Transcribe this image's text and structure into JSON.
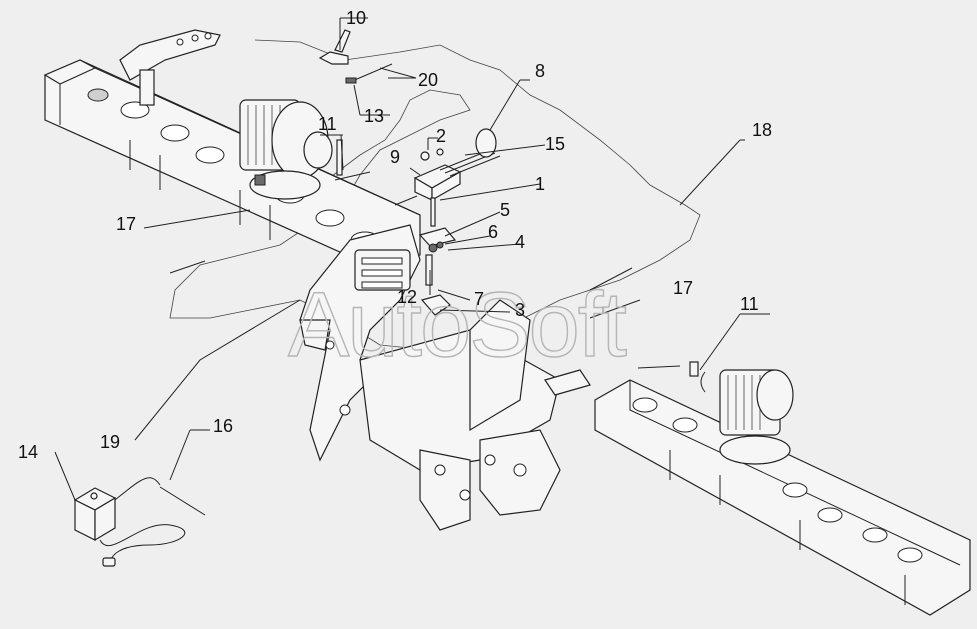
{
  "watermark": "AutoSoft",
  "callouts": [
    {
      "id": "10",
      "text": "10"
    },
    {
      "id": "20",
      "text": "20"
    },
    {
      "id": "13",
      "text": "13"
    },
    {
      "id": "8",
      "text": "8"
    },
    {
      "id": "11a",
      "text": "11"
    },
    {
      "id": "2",
      "text": "2"
    },
    {
      "id": "9",
      "text": "9"
    },
    {
      "id": "15",
      "text": "15"
    },
    {
      "id": "1",
      "text": "1"
    },
    {
      "id": "18",
      "text": "18"
    },
    {
      "id": "17a",
      "text": "17"
    },
    {
      "id": "5",
      "text": "5"
    },
    {
      "id": "6",
      "text": "6"
    },
    {
      "id": "4",
      "text": "4"
    },
    {
      "id": "12",
      "text": "12"
    },
    {
      "id": "7",
      "text": "7"
    },
    {
      "id": "3",
      "text": "3"
    },
    {
      "id": "17b",
      "text": "17"
    },
    {
      "id": "11b",
      "text": "11"
    },
    {
      "id": "14",
      "text": "14"
    },
    {
      "id": "16",
      "text": "16"
    },
    {
      "id": "19",
      "text": "19"
    }
  ]
}
